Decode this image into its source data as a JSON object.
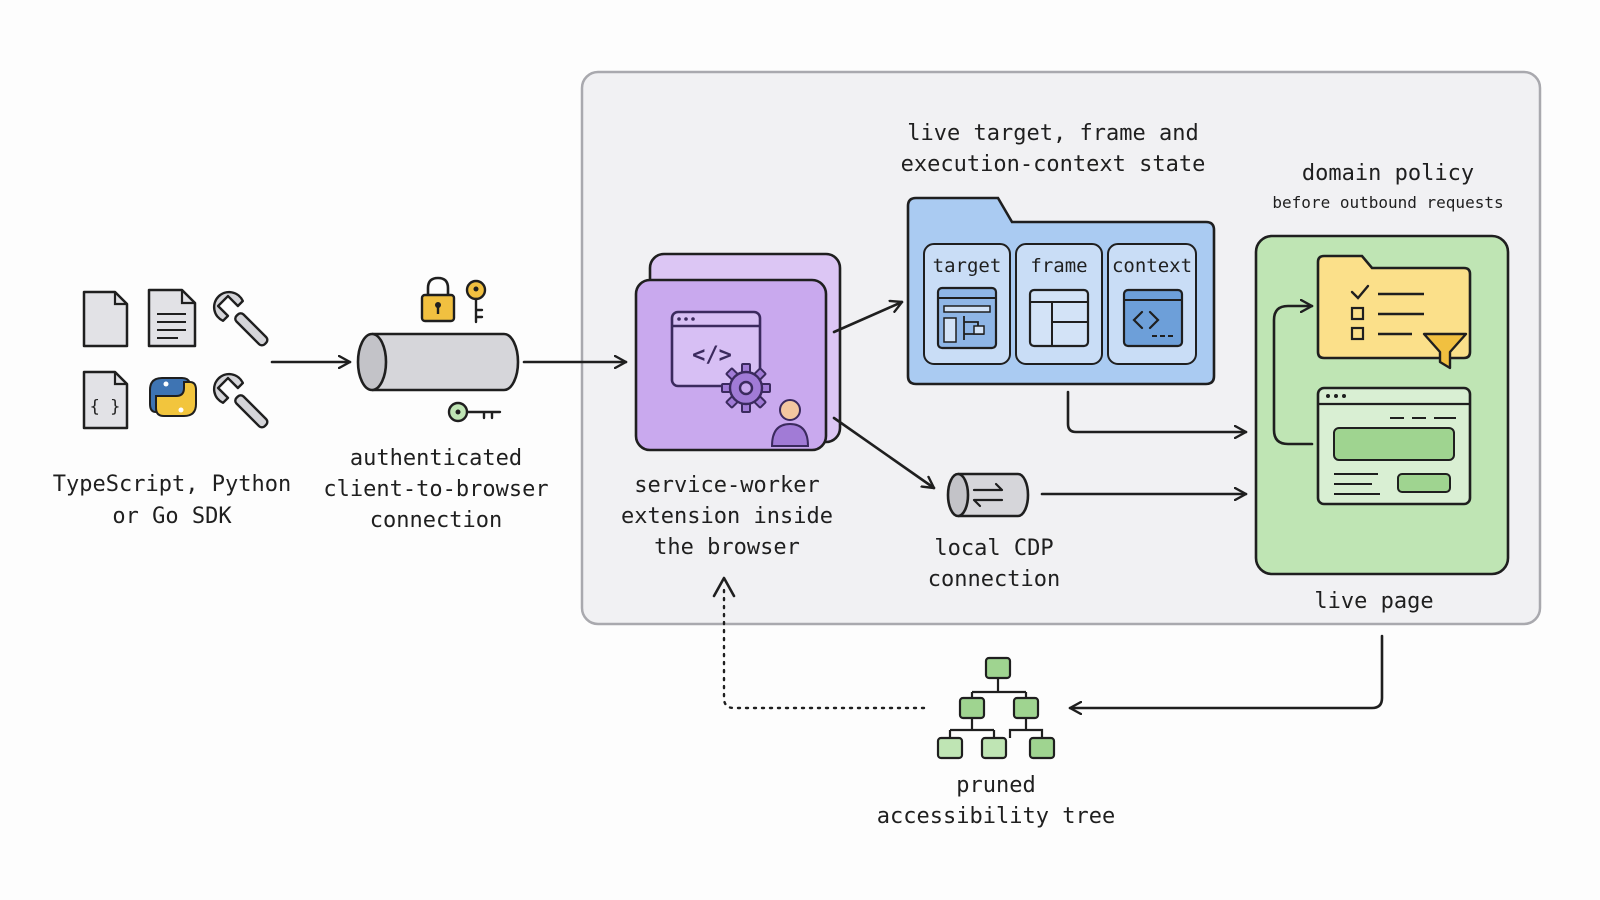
{
  "sdk": {
    "label_line1": "TypeScript, Python",
    "label_line2": "or Go SDK",
    "icons": [
      "file-icon",
      "document-icon",
      "wrench-icon",
      "json-file-icon",
      "python-logo-icon",
      "wrench-icon"
    ]
  },
  "connection": {
    "label_line1": "authenticated",
    "label_line2": "client-to-browser",
    "label_line3": "connection",
    "icons": [
      "lock-icon",
      "key-icon",
      "key-icon",
      "pipe-icon"
    ]
  },
  "extension": {
    "label_line1": "service-worker",
    "label_line2": "extension inside",
    "label_line3": "the browser",
    "code_glyph": "</>",
    "icons": [
      "browser-window-icon",
      "gear-icon",
      "user-icon"
    ]
  },
  "state": {
    "label_line1": "live target, frame and",
    "label_line2": "execution-context state",
    "cards": [
      {
        "label": "target",
        "icon": "tree-window-icon"
      },
      {
        "label": "frame",
        "icon": "layout-window-icon"
      },
      {
        "label": "context",
        "icon": "code-window-icon"
      }
    ]
  },
  "cdp": {
    "label_line1": "local CDP",
    "label_line2": "connection",
    "icon": "swap-pipe-icon"
  },
  "policy": {
    "title": "domain policy",
    "subtitle": "before outbound requests",
    "icons": [
      "checklist-folder-icon",
      "filter-icon"
    ]
  },
  "page": {
    "label": "live page",
    "icon": "browser-page-icon"
  },
  "tree": {
    "label_line1": "pruned",
    "label_line2": "accessibility tree",
    "icon": "tree-icon"
  },
  "colors": {
    "container_bg": "#f1f1f3",
    "container_border": "#a9a9ae",
    "purple": "#c9a9ee",
    "purple_dark": "#6b45a8",
    "blue": "#aacbf2",
    "green": "#bfe5b4",
    "green_border": "#2b4a2b",
    "yellow": "#fbe08a",
    "gold": "#f1c040",
    "gray_pipe": "#d6d6da"
  }
}
